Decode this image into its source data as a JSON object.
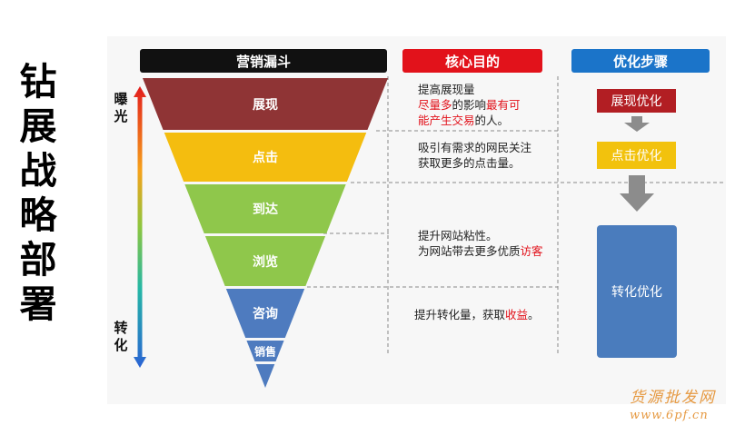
{
  "title_chars": [
    "钻",
    "展",
    "战",
    "略",
    "部",
    "署"
  ],
  "headers": {
    "funnel": "营销漏斗",
    "goal": "核心目的",
    "steps": "优化步骤"
  },
  "axis": {
    "top_chars": [
      "曝",
      "光"
    ],
    "bottom_chars": [
      "转",
      "化"
    ]
  },
  "stages": [
    "展现",
    "点击",
    "到达",
    "浏览",
    "咨询",
    "销售"
  ],
  "stage_colors": [
    "#8f3435",
    "#f4bd0f",
    "#8fc74b",
    "#8fc74b",
    "#4e7bbf",
    "#4e7bbf"
  ],
  "goals": {
    "g1_line1": "提高展现量",
    "g1_line2_red": "尽量多",
    "g1_line2_mid": "的影响",
    "g1_line2_red2": "最有可",
    "g1_line3_red": "能产生交易",
    "g1_line3_end": "的人。",
    "g2_line1": "吸引有需求的网民关注",
    "g2_line2": "获取更多的点击量。",
    "g3_line1": "提升网站粘性。",
    "g3_line2_start": "为网站带去更多优质",
    "g3_line2_red": "访客",
    "g4_start": "提升转化量，获取",
    "g4_red": "收益",
    "g4_end": "。"
  },
  "steps": [
    "展现优化",
    "点击优化",
    "转化优化"
  ],
  "step_colors": [
    "#b21e23",
    "#f2c20d",
    "#4a7cbd"
  ],
  "watermark": {
    "line1": "货源批发网",
    "line2": "www.6pf.cn"
  }
}
